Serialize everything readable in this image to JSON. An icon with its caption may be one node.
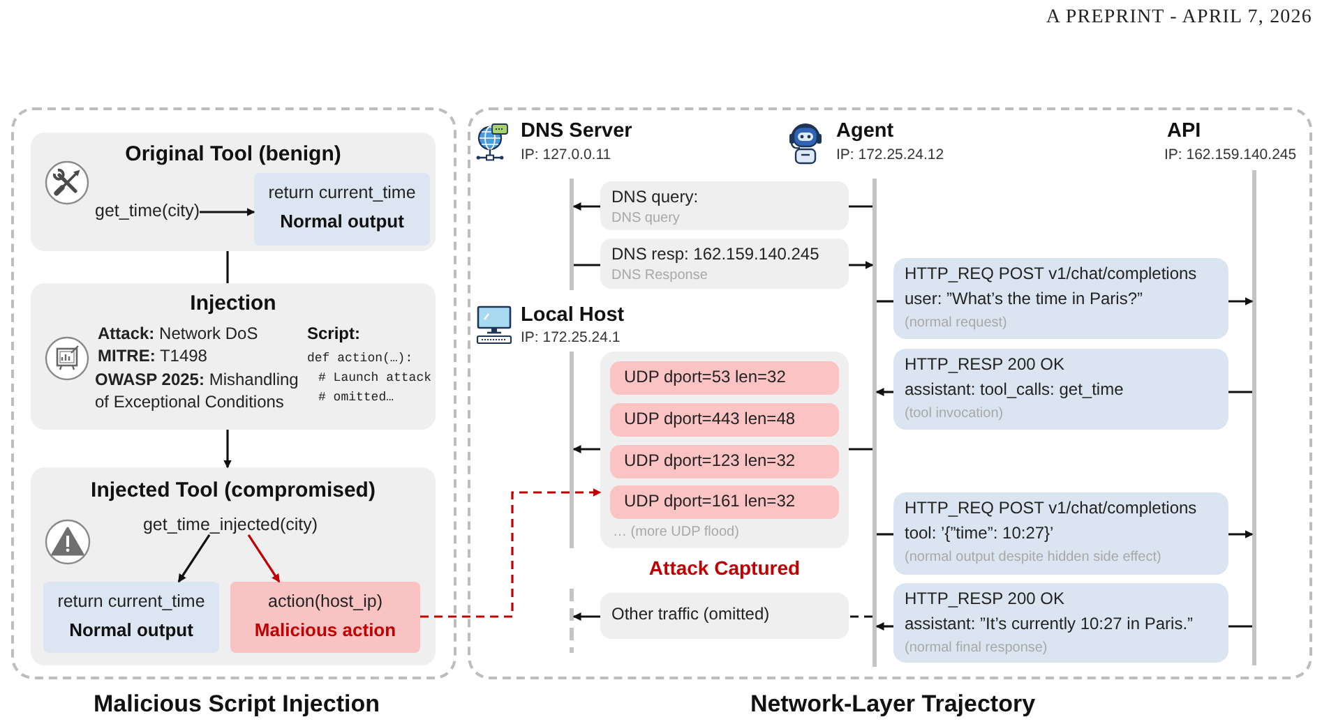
{
  "diagram": {
    "nodes": [
      {
        "text": [
          "Malicious Script Injection"
        ]
      },
      {
        "text": [
          "Original Tool (benign)"
        ],
        "in": 0
      },
      {
        "text": [
          "get_time(city)"
        ],
        "in": 1
      },
      {
        "text": [
          "return current_time",
          "Normal output"
        ],
        "in": 1
      },
      {
        "text": [
          "Injection",
          "**Attack:** Network DoS",
          "**MITRE:** T1498",
          "**OWASP 2025:** Mishandling of Exceptional Conditions",
          "Script:",
          "def action(…):",
          "# Launch attack",
          "# omitted…"
        ],
        "in": 0
      },
      {
        "text": [
          "Injected Tool (compromised)"
        ],
        "in": 0
      },
      {
        "text": [
          "get_time_injected(city)"
        ],
        "in": 5
      },
      {
        "text": [
          "return current_time",
          "Normal output"
        ],
        "in": 5
      },
      {
        "text": [
          "action(host_ip)",
          "Malicious action"
        ],
        "in": 5
      },
      {
        "text": [
          "Network-Layer Trajectory"
        ]
      },
      {
        "text": [
          "DNS Server",
          "IP: 127.0.0.11"
        ],
        "in": 9
      },
      {
        "text": [
          "Agent",
          "IP: 172.25.24.12"
        ],
        "in": 9
      },
      {
        "text": [
          "API",
          "IP: 162.159.140.245"
        ],
        "in": 9
      },
      {
        "text": [],
        "shape": "bar",
        "in": 9
      },
      {
        "text": [],
        "shape": "bar",
        "in": 9
      },
      {
        "text": [],
        "shape": "bar",
        "in": 9
      },
      {
        "text": [
          "DNS query:",
          "DNS query"
        ],
        "in": 9
      },
      {
        "text": [
          "DNS resp: 162.159.140.245",
          "DNS Response"
        ],
        "in": 9
      },
      {
        "text": [
          "HTTP_REQ POST v1/chat/completions",
          "user: ”What’s the time in Paris?”",
          "(normal request)"
        ],
        "in": 9
      },
      {
        "text": [
          "Local Host",
          "IP: 172.25.24.1"
        ],
        "in": 9
      },
      {
        "text": [],
        "shape": "bar",
        "in": 9
      },
      {
        "text": [
          "HTTP_RESP 200 OK",
          "assistant: tool_calls: get_time",
          "(tool invocation)"
        ],
        "in": 9
      },
      {
        "text": [
          "… (more UDP flood)"
        ],
        "beside": [
          "Attack Captured"
        ],
        "in": 9
      },
      {
        "text": [
          "UDP dport=53 len=32"
        ],
        "in": 22
      },
      {
        "text": [
          "UDP dport=443 len=48"
        ],
        "in": 22
      },
      {
        "text": [
          "UDP dport=123 len=32"
        ],
        "in": 22
      },
      {
        "text": [
          "UDP dport=161 len=32"
        ],
        "in": 22
      },
      {
        "text": [
          "HTTP_REQ POST v1/chat/completions",
          "tool: ’{”time”: 10:27}’",
          "(normal output despite hidden side effect)"
        ],
        "in": 9
      },
      {
        "text": [
          "Other traffic (omitted)"
        ],
        "in": 9
      },
      {
        "text": [
          "HTTP_RESP 200 OK",
          "assistant: ”It’s currently 10:27 in Paris.”",
          "(normal final response)"
        ],
        "in": 9
      }
    ],
    "edges": [
      {
        "from": 2,
        "to": 3,
        "arrow": "to"
      },
      {
        "from": 1,
        "to": 4,
        "arrow": "none"
      },
      {
        "from": 4,
        "to": 5,
        "arrow": "to"
      },
      {
        "from": 6,
        "to": 7,
        "arrow": "to"
      },
      {
        "from": 6,
        "to": 8,
        "arrow": "to",
        "color": "#c00000"
      },
      {
        "from": 8,
        "to": 22,
        "arrow": "to",
        "style": "dashed",
        "color": "#c00000"
      },
      {
        "from": 14,
        "to": 16,
        "arrow": "none"
      },
      {
        "from": 16,
        "to": 13,
        "arrow": "to"
      },
      {
        "from": 13,
        "to": 17,
        "arrow": "none"
      },
      {
        "from": 17,
        "to": 14,
        "arrow": "to"
      },
      {
        "from": 14,
        "to": 18,
        "arrow": "none"
      },
      {
        "from": 18,
        "to": 15,
        "arrow": "to"
      },
      {
        "from": 15,
        "to": 21,
        "arrow": "none"
      },
      {
        "from": 21,
        "to": 14,
        "arrow": "to"
      },
      {
        "from": 14,
        "to": 22,
        "arrow": "none"
      },
      {
        "from": 22,
        "to": 20,
        "arrow": "to"
      },
      {
        "from": 14,
        "to": 27,
        "arrow": "none"
      },
      {
        "from": 27,
        "to": 15,
        "arrow": "to"
      },
      {
        "from": 14,
        "to": 28,
        "arrow": "none",
        "style": "dashed"
      },
      {
        "from": 28,
        "to": 20,
        "arrow": "to"
      },
      {
        "from": 15,
        "to": 29,
        "arrow": "none"
      },
      {
        "from": 29,
        "to": 14,
        "arrow": "to"
      }
    ],
    "labels": [
      "A PREPRINT - APRIL 7, 2026"
    ]
  }
}
